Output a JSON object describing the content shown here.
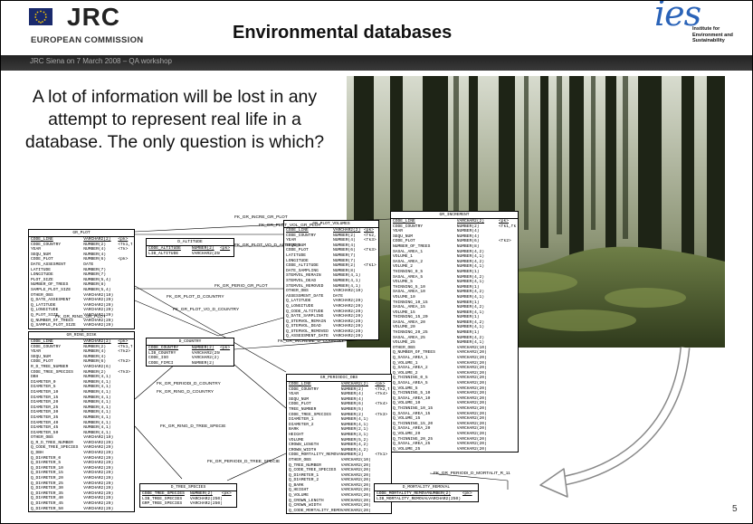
{
  "header": {
    "org": "JRC",
    "org_sub": "EUROPEAN COMMISSION",
    "title": "Environmental databases",
    "ies_word": "ies",
    "ies_sub_1": "Institute for",
    "ies_sub_2": "Environment and",
    "ies_sub_3": "Sustainability"
  },
  "band_text": "JRC Siena on 7 March 2008 – QA workshop",
  "quote": "A lot of information will be lost in any attempt to represent real life in a database. The only question is which?",
  "slide_number": "5",
  "colors": {
    "band": "#2b2b2b",
    "ies_blue": "#2a63b8",
    "arrow": "#ffffff"
  },
  "entities": [
    {
      "id": "gr_plot",
      "title": "GR_PLOT",
      "rows": [
        [
          "CODE_LINE",
          "VARCHAR2(2)",
          "<pk>"
        ],
        [
          "CODE_COUNTRY",
          "NUMBER(2)",
          "<fk1,fk2>"
        ],
        [
          "YEAR",
          "NUMBER(4)",
          "<fk>"
        ],
        [
          "SEQU_NUM",
          "NUMBER(4)",
          ""
        ],
        [
          "CODE_PLOT",
          "NUMBER(6)",
          "<pk>"
        ],
        [
          "DATE_ASSESMENT",
          "DATE",
          ""
        ],
        [
          "LATITUDE",
          "NUMBER(7)",
          ""
        ],
        [
          "LONGITUDE",
          "NUMBER(7)",
          ""
        ],
        [
          "PLOT_SIZE",
          "NUMBER(5,4)",
          ""
        ],
        [
          "NUMBER_OF_TREES",
          "NUMBER(8)",
          ""
        ],
        [
          "SAMPLE_PLOT_SIZE",
          "NUMBER(5,4)",
          ""
        ],
        [
          "OTHER_OBS",
          "VARCHAR2(10)",
          ""
        ],
        [
          "Q_DATE_ASSESMENT",
          "VARCHAR2(20)",
          ""
        ],
        [
          "Q_LATITUDE",
          "VARCHAR2(20)",
          ""
        ],
        [
          "Q_LONGITUDE",
          "VARCHAR2(20)",
          ""
        ],
        [
          "Q_PLOT_SIZE",
          "VARCHAR2(20)",
          ""
        ],
        [
          "Q_NUMBER_OF_TREES",
          "VARCHAR2(20)",
          ""
        ],
        [
          "Q_SAMPLE_PLOT_SIZE",
          "VARCHAR2(20)",
          ""
        ]
      ]
    },
    {
      "id": "d_altitude",
      "title": "D_ALTITUDE",
      "rows": [
        [
          "CODE_ALTITUDE",
          "NUMBER(2)",
          "<pk>"
        ],
        [
          "LIB_ALTITUDE",
          "VARCHAR2(250)",
          ""
        ]
      ]
    },
    {
      "id": "gr_plot_volumes",
      "title": "GR_PLOT_VOLUMES",
      "rows": [
        [
          "CODE_LINE",
          "VARCHAR2(2)",
          "<pk>"
        ],
        [
          "CODE_COUNTRY",
          "NUMBER(2)",
          "<fk2,fk3>"
        ],
        [
          "YEAR",
          "NUMBER(4)",
          "<fk3>"
        ],
        [
          "SEQU_NUM",
          "NUMBER(4)",
          ""
        ],
        [
          "CODE_PLOT",
          "NUMBER(6)",
          "<fk3>"
        ],
        [
          "LATITUDE",
          "NUMBER(7)",
          ""
        ],
        [
          "LONGITUDE",
          "NUMBER(7)",
          ""
        ],
        [
          "CODE_ALTITUDE",
          "NUMBER(2)",
          "<fk1>"
        ],
        [
          "DATE_SAMPLING",
          "NUMBER(8)",
          ""
        ],
        [
          "STEMVOL_REMAIN",
          "NUMBER(4,1)",
          ""
        ],
        [
          "STEMVOL_DEAD",
          "NUMBER(4,1)",
          ""
        ],
        [
          "STEMVOL_REMOVED",
          "NUMBER(4,1)",
          ""
        ],
        [
          "OTHER_OBS",
          "VARCHAR2(10)",
          ""
        ],
        [
          "ASSESSMENT_DATE",
          "DATE",
          ""
        ],
        [
          "Q_LATITUDE",
          "VARCHAR2(20)",
          ""
        ],
        [
          "Q_LONGITUDE",
          "VARCHAR2(20)",
          ""
        ],
        [
          "Q_CODE_ALTITUDE",
          "VARCHAR2(20)",
          ""
        ],
        [
          "Q_DATE_SAMPLING",
          "VARCHAR2(20)",
          ""
        ],
        [
          "Q_STEMVOL_REMAIN",
          "VARCHAR2(20)",
          ""
        ],
        [
          "Q_STEMVOL_DEAD",
          "VARCHAR2(20)",
          ""
        ],
        [
          "Q_STEMVOL_REMOVED",
          "VARCHAR2(20)",
          ""
        ],
        [
          "Q_ASSESSMENT_DATE",
          "VARCHAR2(20)",
          ""
        ]
      ]
    },
    {
      "id": "gr_increment",
      "title": "GR_INCREMENT",
      "rows": [
        [
          "CODE_LINE",
          "VARCHAR2(2)",
          "<pk>"
        ],
        [
          "CODE_COUNTRY",
          "NUMBER(2)",
          "<fk1,fk2>"
        ],
        [
          "YEAR",
          "NUMBER(4)",
          ""
        ],
        [
          "SEQU_NUM",
          "NUMBER(4)",
          ""
        ],
        [
          "CODE_PLOT",
          "NUMBER(6)",
          "<fk2>"
        ],
        [
          "NUMBER_OF_TREES",
          "NUMBER(8)",
          ""
        ],
        [
          "SASAL_AREA_1",
          "NUMBER(4,2)",
          ""
        ],
        [
          "VOLUME_1",
          "NUMBER(4,1)",
          ""
        ],
        [
          "SASAL_AREA_2",
          "NUMBER(4,2)",
          ""
        ],
        [
          "VOLUME_2",
          "NUMBER(4,1)",
          ""
        ],
        [
          "THINNING_0_5",
          "NUMBER(1)",
          ""
        ],
        [
          "SASAL_AREA_5",
          "NUMBER(4,2)",
          ""
        ],
        [
          "VOLUME_5",
          "NUMBER(4,1)",
          ""
        ],
        [
          "THINNING_5_10",
          "NUMBER(1)",
          ""
        ],
        [
          "SASAL_AREA_10",
          "NUMBER(4,2)",
          ""
        ],
        [
          "VOLUME_10",
          "NUMBER(4,1)",
          ""
        ],
        [
          "THINNING_10_15",
          "NUMBER(1)",
          ""
        ],
        [
          "SASAL_AREA_15",
          "NUMBER(4,2)",
          ""
        ],
        [
          "VOLUME_15",
          "NUMBER(4,1)",
          ""
        ],
        [
          "THINNING_15_20",
          "NUMBER(1)",
          ""
        ],
        [
          "SASAL_AREA_20",
          "NUMBER(4,2)",
          ""
        ],
        [
          "VOLUME_20",
          "NUMBER(4,1)",
          ""
        ],
        [
          "THINNING_20_25",
          "NUMBER(1)",
          ""
        ],
        [
          "SASAL_AREA_25",
          "NUMBER(4,2)",
          ""
        ],
        [
          "VOLUME_25",
          "NUMBER(4,1)",
          ""
        ],
        [
          "OTHER_OBS",
          "VARCHAR2(10)",
          ""
        ],
        [
          "Q_NUMBER_OF_TREES",
          "VARCHAR2(20)",
          ""
        ],
        [
          "Q_SASAL_AREA_1",
          "VARCHAR2(20)",
          ""
        ],
        [
          "Q_VOLUME_1",
          "VARCHAR2(20)",
          ""
        ],
        [
          "Q_SASAL_AREA_2",
          "VARCHAR2(20)",
          ""
        ],
        [
          "Q_VOLUME_2",
          "VARCHAR2(20)",
          ""
        ],
        [
          "Q_THINNING_0_5",
          "VARCHAR2(20)",
          ""
        ],
        [
          "Q_SASAL_AREA_5",
          "VARCHAR2(20)",
          ""
        ],
        [
          "Q_VOLUME_5",
          "VARCHAR2(20)",
          ""
        ],
        [
          "Q_THINNING_5_10",
          "VARCHAR2(20)",
          ""
        ],
        [
          "Q_SASAL_AREA_10",
          "VARCHAR2(20)",
          ""
        ],
        [
          "Q_VOLUME_10",
          "VARCHAR2(20)",
          ""
        ],
        [
          "Q_THINNING_10_15",
          "VARCHAR2(20)",
          ""
        ],
        [
          "Q_SASAL_AREA_15",
          "VARCHAR2(20)",
          ""
        ],
        [
          "Q_VOLUME_15",
          "VARCHAR2(20)",
          ""
        ],
        [
          "Q_THINNING_15_20",
          "VARCHAR2(20)",
          ""
        ],
        [
          "Q_SASAL_AREA_20",
          "VARCHAR2(20)",
          ""
        ],
        [
          "Q_VOLUME_20",
          "VARCHAR2(20)",
          ""
        ],
        [
          "Q_THINNING_20_25",
          "VARCHAR2(20)",
          ""
        ],
        [
          "Q_SASAL_AREA_25",
          "VARCHAR2(20)",
          ""
        ],
        [
          "Q_VOLUME_25",
          "VARCHAR2(20)",
          ""
        ]
      ]
    },
    {
      "id": "gr_ring_disk",
      "title": "GR_RING_DISK",
      "rows": [
        [
          "CODE_LINE",
          "VARCHAR2(2)",
          "<pk>"
        ],
        [
          "CODE_COUNTRY",
          "NUMBER(2)",
          "<fk1,fk2>"
        ],
        [
          "YEAR",
          "NUMBER(4)",
          "<fk2>"
        ],
        [
          "SEQU_NUM",
          "NUMBER(4)",
          ""
        ],
        [
          "CODE_PLOT",
          "NUMBER(6)",
          "<fk2>"
        ],
        [
          "R_D_TREE_NUMBER",
          "VARCHAR2(6)",
          ""
        ],
        [
          "CODE_TREE_SPECIES",
          "NUMBER(2)",
          "<fk3>"
        ],
        [
          "DBH",
          "NUMBER(4,1)",
          ""
        ],
        [
          "DIAMETER_0",
          "NUMBER(4,1)",
          ""
        ],
        [
          "DIAMETER_5",
          "NUMBER(4,1)",
          ""
        ],
        [
          "DIAMETER_10",
          "NUMBER(4,1)",
          ""
        ],
        [
          "DIAMETER_15",
          "NUMBER(4,1)",
          ""
        ],
        [
          "DIAMETER_20",
          "NUMBER(4,1)",
          ""
        ],
        [
          "DIAMETER_25",
          "NUMBER(4,1)",
          ""
        ],
        [
          "DIAMETER_30",
          "NUMBER(4,1)",
          ""
        ],
        [
          "DIAMETER_35",
          "NUMBER(4,1)",
          ""
        ],
        [
          "DIAMETER_40",
          "NUMBER(4,1)",
          ""
        ],
        [
          "DIAMETER_45",
          "NUMBER(4,1)",
          ""
        ],
        [
          "DIAMETER_50",
          "NUMBER(4,1)",
          ""
        ],
        [
          "OTHER_OBS",
          "VARCHAR2(10)",
          ""
        ],
        [
          "Q_R_D_TREE_NUMBER",
          "VARCHAR2(20)",
          ""
        ],
        [
          "Q_CODE_TREE_SPECIES",
          "VARCHAR2(20)",
          ""
        ],
        [
          "Q_DBH",
          "VARCHAR2(20)",
          ""
        ],
        [
          "Q_DIAMETER_0",
          "VARCHAR2(20)",
          ""
        ],
        [
          "Q_DIAMETER_5",
          "VARCHAR2(20)",
          ""
        ],
        [
          "Q_DIAMETER_10",
          "VARCHAR2(20)",
          ""
        ],
        [
          "Q_DIAMETER_15",
          "VARCHAR2(20)",
          ""
        ],
        [
          "Q_DIAMETER_20",
          "VARCHAR2(20)",
          ""
        ],
        [
          "Q_DIAMETER_25",
          "VARCHAR2(20)",
          ""
        ],
        [
          "Q_DIAMETER_30",
          "VARCHAR2(20)",
          ""
        ],
        [
          "Q_DIAMETER_35",
          "VARCHAR2(20)",
          ""
        ],
        [
          "Q_DIAMETER_40",
          "VARCHAR2(20)",
          ""
        ],
        [
          "Q_DIAMETER_45",
          "VARCHAR2(20)",
          ""
        ],
        [
          "Q_DIAMETER_50",
          "VARCHAR2(20)",
          ""
        ]
      ]
    },
    {
      "id": "d_country",
      "title": "D_COUNTRY",
      "rows": [
        [
          "CODE_COUNTRY",
          "NUMBER(2)",
          "<pk>"
        ],
        [
          "LIB_COUNTRY",
          "VARCHAR2(250)",
          ""
        ],
        [
          "CODE_ISO",
          "VARCHAR2(2)",
          ""
        ],
        [
          "CODE_FIMCI",
          "NUMBER(2)",
          ""
        ]
      ]
    },
    {
      "id": "gr_periodic_obs",
      "title": "GR_PERIODIC_OBS",
      "rows": [
        [
          "CODE_LINE",
          "VARCHAR2(2)",
          "<pk>"
        ],
        [
          "CODE_COUNTRY",
          "NUMBER(2)",
          "<fk2,fk4>"
        ],
        [
          "YEAR",
          "NUMBER(4)",
          "<fk4>"
        ],
        [
          "SEQU_NUM",
          "NUMBER(4)",
          ""
        ],
        [
          "CODE_PLOT",
          "NUMBER(6)",
          "<fk4>"
        ],
        [
          "TREE_NUMBER",
          "NUMBER(5)",
          ""
        ],
        [
          "CODE_TREE_SPECIES",
          "NUMBER(2)",
          "<fk3>"
        ],
        [
          "DIAMETER_1",
          "NUMBER(4,1)",
          ""
        ],
        [
          "DIAMETER_2",
          "NUMBER(4,1)",
          ""
        ],
        [
          "BARK",
          "NUMBER(2,1)",
          ""
        ],
        [
          "HEIGHT",
          "NUMBER(3,1)",
          ""
        ],
        [
          "VOLUME",
          "NUMBER(5,2)",
          ""
        ],
        [
          "CROWN_LENGTH",
          "NUMBER(4,2)",
          ""
        ],
        [
          "CROWN_WIDTH",
          "NUMBER(4,2)",
          ""
        ],
        [
          "CODE_MORTALITY_REMOVAL",
          "NUMBER(2)",
          "<fk1>"
        ],
        [
          "OTHER_OBS",
          "VARCHAR2(10)",
          ""
        ],
        [
          "Q_TREE_NUMBER",
          "VARCHAR2(20)",
          ""
        ],
        [
          "Q_CODE_TREE_SPECIES",
          "VARCHAR2(20)",
          ""
        ],
        [
          "Q_DIAMETER_1",
          "VARCHAR2(20)",
          ""
        ],
        [
          "Q_DIAMETER_2",
          "VARCHAR2(20)",
          ""
        ],
        [
          "Q_BARK",
          "VARCHAR2(20)",
          ""
        ],
        [
          "Q_HEIGHT",
          "VARCHAR2(20)",
          ""
        ],
        [
          "Q_VOLUME",
          "VARCHAR2(20)",
          ""
        ],
        [
          "Q_CROWN_LENGTH",
          "VARCHAR2(20)",
          ""
        ],
        [
          "Q_CROWN_WIDTH",
          "VARCHAR2(20)",
          ""
        ],
        [
          "Q_CODE_MORTALITY_REMOVAL",
          "VARCHAR2(20)",
          ""
        ]
      ]
    },
    {
      "id": "d_tree_species",
      "title": "D_TREE_SPECIES",
      "rows": [
        [
          "CODE_TREE_SPECIES",
          "NUMBER(2)",
          "<pk>"
        ],
        [
          "LIB_TREE_SPECIES",
          "VARCHAR2(250)",
          ""
        ],
        [
          "GRP_TREE_SPECIES",
          "VARCHAR2(250)",
          ""
        ]
      ]
    },
    {
      "id": "d_mortality_removal",
      "title": "D_MORTALITY_REMOVAL",
      "rows": [
        [
          "CODE_MORTALITY_REMOVAL",
          "NUMBER(2)",
          "<pk>"
        ],
        [
          "LIB_MORTALITY_REMOVAL",
          "VARCHAR2(250)",
          ""
        ]
      ]
    }
  ],
  "relationships": {
    "fk_gr_incre_gr_plot": "FK_GR_INCRE_GR_PLOT",
    "fk_gr_plot_vol_gr_plot": "FK_GR_PLOT_VOL_GR_PLOT",
    "fk_gr_plot_vo_d_altitude": "FK_GR_PLOT_VO_D_ALTITUDE",
    "fk_gr_perio_gr_plot": "FK_GR_PERIO_GR_PLOT",
    "fk_gr_plot_d_country": "FK_GR_PLOT_D_COUNTRY",
    "fk_gr_plot_vo_d_country": "FK_GR_PLOT_VO_D_COUNTRY",
    "fk_gr_ring_gr_plot": "FK_GR_RING_GR_PLOT",
    "fk_gr_increme_d_country": "FK_GR_INCREME_D_COUNTRY",
    "fk_gr_perio_d_country": "FK_GR_PERIODI_D_COUNTRY",
    "fk_gr_ring_d_country": "FK_GR_RING_D_COUNTRY",
    "fk_gr_ring_d_tree_species": "FK_GR_RING_D_TREE_SPECIE",
    "fk_gr_perio_d_tree_species": "FK_GR_PERIODI_D_TREE_SPECIE",
    "fk_gr_perio_d_mortalit": "FK_GR_PERIODI_D_MORTALIT_R_11"
  }
}
